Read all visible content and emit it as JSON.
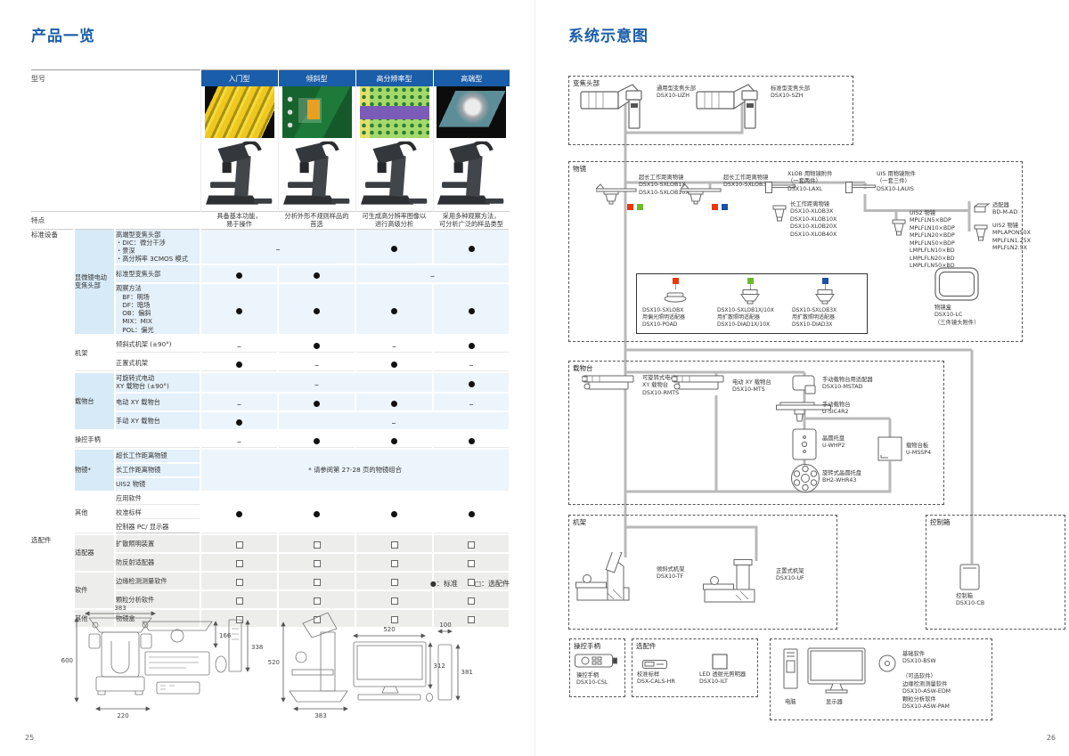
{
  "colors": {
    "accent_blue": "#1a5da8",
    "marker_red": "#e8380c",
    "marker_green": "#6eb92b",
    "marker_blue": "#1d51a5",
    "connector_gray": "#b9b9b9"
  },
  "page_left": {
    "page_number": "25",
    "title": "产品一览",
    "table": {
      "model_header": "型号",
      "columns": [
        "入门型",
        "倾斜型",
        "高分辨率型",
        "高端型"
      ],
      "features_label": "特点",
      "features": [
        "具备基本功能，\n易于操作",
        "分析外形不规则样品的\n首选",
        "可生成高分辨率图像以\n进行高级分析",
        "采用多种观察方法，\n可分析广泛的样品类型"
      ],
      "rows": [
        {
          "h": 40,
          "tint": "b",
          "section": {
            "label": "标准设备",
            "span": 15
          },
          "group": {
            "label": "显微镜电动\n变焦头部",
            "span": 3
          },
          "label": "高端型变焦头部\n・DIC：微分干涉\n・景深\n・高分辨率 3CMOS 模式",
          "cells": [
            {
              "t": "dash",
              "cs": 2
            },
            {
              "t": "dot"
            },
            {
              "t": "dot"
            }
          ]
        },
        {
          "h": 16,
          "tint": "b",
          "label": "标准型变焦头部",
          "cells": [
            {
              "t": "dot"
            },
            {
              "t": "dot"
            },
            {
              "t": "dash",
              "cs": 2
            }
          ]
        },
        {
          "h": 52,
          "tint": "b",
          "label": "观察方法\n　BF：明场\n　DF：暗场\n　OB：偏斜\n　MIX：MIX\n　POL：偏光",
          "cells": [
            {
              "t": "dot"
            },
            {
              "t": "dot"
            },
            {
              "t": "dot"
            },
            {
              "t": "dot"
            }
          ]
        },
        {
          "h": 16,
          "tint": "w",
          "group": {
            "label": "机架",
            "span": 2
          },
          "label": "倾斜式机架 (±90°)",
          "cells": [
            {
              "t": "dash"
            },
            {
              "t": "dot"
            },
            {
              "t": "dash"
            },
            {
              "t": "dot"
            }
          ]
        },
        {
          "h": 16,
          "tint": "w",
          "label": "正置式机架",
          "cells": [
            {
              "t": "dot"
            },
            {
              "t": "dash"
            },
            {
              "t": "dot"
            },
            {
              "t": "dash"
            }
          ]
        },
        {
          "h": 23,
          "tint": "b",
          "group": {
            "label": "载物台",
            "span": 3
          },
          "label": "可旋转式电动\nXY 载物台 (±90°)",
          "cells": [
            {
              "t": "dash",
              "cs": 3
            },
            {
              "t": "dot"
            }
          ]
        },
        {
          "h": 16,
          "tint": "b",
          "label": "电动 XY 载物台",
          "cells": [
            {
              "t": "dash"
            },
            {
              "t": "dot"
            },
            {
              "t": "dot"
            },
            {
              "t": "dash"
            }
          ]
        },
        {
          "h": 16,
          "tint": "b",
          "label": "手动 XY 载物台",
          "cells": [
            {
              "t": "dot"
            },
            {
              "t": "dash",
              "cs": 3
            }
          ]
        },
        {
          "h": 16,
          "tint": "w",
          "group": {
            "label": "操控手柄",
            "span": 1,
            "cs": 2
          },
          "cells": [
            {
              "t": "dash"
            },
            {
              "t": "dot"
            },
            {
              "t": "dot"
            },
            {
              "t": "dot"
            }
          ]
        },
        {
          "h": 16,
          "tint": "b",
          "group": {
            "label": "物镜*",
            "span": 3
          },
          "label": "超长工作距离物镜",
          "cells": [
            {
              "t": "note",
              "cs": 4,
              "rs": 3,
              "text": "* 请参阅第 27-28 页的物镜组合"
            }
          ]
        },
        {
          "h": 16,
          "tint": "b",
          "label": "长工作距离物镜",
          "cells": []
        },
        {
          "h": 16,
          "tint": "b",
          "label": "UIS2 物镜",
          "cells": []
        },
        {
          "h": 16,
          "tint": "w",
          "group": {
            "label": "其他",
            "span": 3
          },
          "label": "应用软件",
          "cells": [
            {
              "t": "dot",
              "rs": 3
            },
            {
              "t": "dot",
              "rs": 3
            },
            {
              "t": "dot",
              "rs": 3
            },
            {
              "t": "dot",
              "rs": 3
            }
          ]
        },
        {
          "h": 16,
          "tint": "w",
          "label": "校准标样",
          "cells": []
        },
        {
          "h": 16,
          "tint": "w",
          "label": "控制器 PC/ 显示器",
          "cells": []
        },
        {
          "h": 16,
          "tint": "g",
          "section": {
            "label": "选配件",
            "span": 5
          },
          "group": {
            "label": "适配器",
            "span": 2
          },
          "label": "扩散照明装置",
          "cells": [
            {
              "t": "sq"
            },
            {
              "t": "sq"
            },
            {
              "t": "sq"
            },
            {
              "t": "sq"
            }
          ]
        },
        {
          "h": 16,
          "tint": "g",
          "label": "防反射适配器",
          "cells": [
            {
              "t": "sq"
            },
            {
              "t": "sq"
            },
            {
              "t": "sq"
            },
            {
              "t": "sq"
            }
          ]
        },
        {
          "h": 16,
          "tint": "g",
          "group": {
            "label": "软件",
            "span": 2
          },
          "label": "边缘检测测量软件",
          "cells": [
            {
              "t": "sq"
            },
            {
              "t": "sq"
            },
            {
              "t": "sq"
            },
            {
              "t": "sq"
            }
          ]
        },
        {
          "h": 16,
          "tint": "g",
          "label": "颗粒分析软件",
          "cells": [
            {
              "t": "sq"
            },
            {
              "t": "sq"
            },
            {
              "t": "sq"
            },
            {
              "t": "sq"
            }
          ]
        },
        {
          "h": 16,
          "tint": "g",
          "group": {
            "label": "其他",
            "span": 1
          },
          "label": "物镜盒",
          "cells": [
            {
              "t": "sq"
            },
            {
              "t": "sq"
            },
            {
              "t": "sq"
            },
            {
              "t": "sq"
            }
          ]
        }
      ]
    },
    "legend": {
      "standard": "●：标准",
      "optional": "□：选配件"
    },
    "dims": {
      "front_width": "383",
      "front_height": "600",
      "front_base": "220",
      "monitor_top_depth": "166",
      "controller_height": "338",
      "side_height": "520",
      "side_width": "383",
      "monitor_width": "520",
      "monitor_height": "312",
      "monitor_depth": "100",
      "monitor_side_height": "381"
    }
  },
  "page_right": {
    "page_number": "26",
    "title": "系统示意图",
    "zoom_head": {
      "label": "变焦头部",
      "items": [
        {
          "name": "通用型变焦头部",
          "model": "DSX10-UZH"
        },
        {
          "name": "标准型变焦头部",
          "model": "DSX10-SZH"
        }
      ]
    },
    "objectives": {
      "label": "物镜",
      "g1": {
        "name": "超长工作距离物镜",
        "models": [
          "DSX10-SXLOB1X",
          "DSX10-SXLOB10X"
        ],
        "markers": [
          "red",
          "green"
        ]
      },
      "g2": {
        "name": "超长工作距离物镜",
        "models": [
          "DSX10-SXLOB3X"
        ],
        "markers": [
          "red",
          "blue"
        ]
      },
      "xlob_att": {
        "name": "XLOB 用物镜附件",
        "note": "（一套两件）",
        "model": "DSX10-LAXL"
      },
      "xlob": {
        "name": "长工作距离物镜",
        "models": [
          "DSX10-XLOB3X",
          "DSX10-XLOB10X",
          "DSX10-XLOB20X",
          "DSX10-XLOB40X"
        ]
      },
      "uis_att": {
        "name": "UIS 用物镜附件",
        "note": "（一套三件）",
        "model": "DSX10-LAUIS"
      },
      "uis2_a": {
        "name": "UIS2 物镜",
        "models": [
          "MPLFLN5×BDP",
          "MPLFLN10×BDP",
          "MPLFLN20×BDP",
          "MPLFLN50×BDP",
          "LMPLFLN10×BD",
          "LMPLFLN20×BD",
          "LMPLFLN50×BD"
        ]
      },
      "adapter": {
        "name": "适配器",
        "model": "BD-M-AD"
      },
      "uis2_b": {
        "name": "UIS2 物镜",
        "models": [
          "MPLAPON50X",
          "MPLFLN1.25X",
          "MPLFLN2.5X"
        ]
      },
      "illum_adapters": [
        {
          "marker": "red",
          "target": "DSX10-SXLOBX",
          "kind": "用偏光照明适配器",
          "model": "DSX10-POAD"
        },
        {
          "marker": "green",
          "target": "DSX10-SXLOB1X/10X",
          "kind": "用扩散照明适配器",
          "model": "DSX10-DIAD1X/10X"
        },
        {
          "marker": "blue",
          "target": "DSX10-SXLOB3X",
          "kind": "用扩散照明适配器",
          "model": "DSX10-DIAD3X"
        }
      ],
      "lens_case": {
        "name": "物镜盒",
        "model": "DSX10-LC",
        "note": "（三件镜头附件）"
      }
    },
    "stage": {
      "label": "载物台",
      "items": [
        {
          "name": "可旋转式电动\nXY 载物台",
          "model": "DSX10-RMTS"
        },
        {
          "name": "电动 XY 载物台",
          "model": "DSX10-MTS"
        },
        {
          "name": "手动载物台用适配器",
          "model": "DSX10-MSTAD"
        },
        {
          "name": "手动载物台",
          "model": "U-SIC4R2"
        },
        {
          "name": "晶圆托盘",
          "model": "U-WHP2"
        },
        {
          "name": "载物台板",
          "model": "U-MSSP4"
        },
        {
          "name": "旋转式晶圆托盘",
          "model": "BH2-WHR43"
        }
      ]
    },
    "frame": {
      "label": "机架",
      "items": [
        {
          "name": "倾斜式机架",
          "model": "DSX10-TF"
        },
        {
          "name": "正置式机架",
          "model": "DSX10-UF"
        }
      ]
    },
    "control_box": {
      "label": "控制箱",
      "item": {
        "name": "控制箱",
        "model": "DSX10-CB"
      }
    },
    "handle": {
      "label": "操控手柄",
      "item": {
        "name": "操控手柄",
        "model": "DSX10-CSL"
      }
    },
    "options": {
      "label": "选配件",
      "items": [
        {
          "name": "校准标样",
          "model": "DSX-CALS-HR"
        },
        {
          "name": "LED 透射光照明器",
          "model": "DSX10-ILT"
        }
      ]
    },
    "pc": {
      "computer_label": "电脑",
      "monitor_label": "显示器",
      "base_software": {
        "name": "基础软件",
        "model": "DSX10-BSW"
      },
      "optional_header": "（可选软件）",
      "optional_software": [
        {
          "name": "边缘检测测量软件",
          "model": "DSX10-ASW-EDM"
        },
        {
          "name": "颗粒分析软件",
          "model": "DSX10-ASW-PAM"
        }
      ]
    }
  }
}
